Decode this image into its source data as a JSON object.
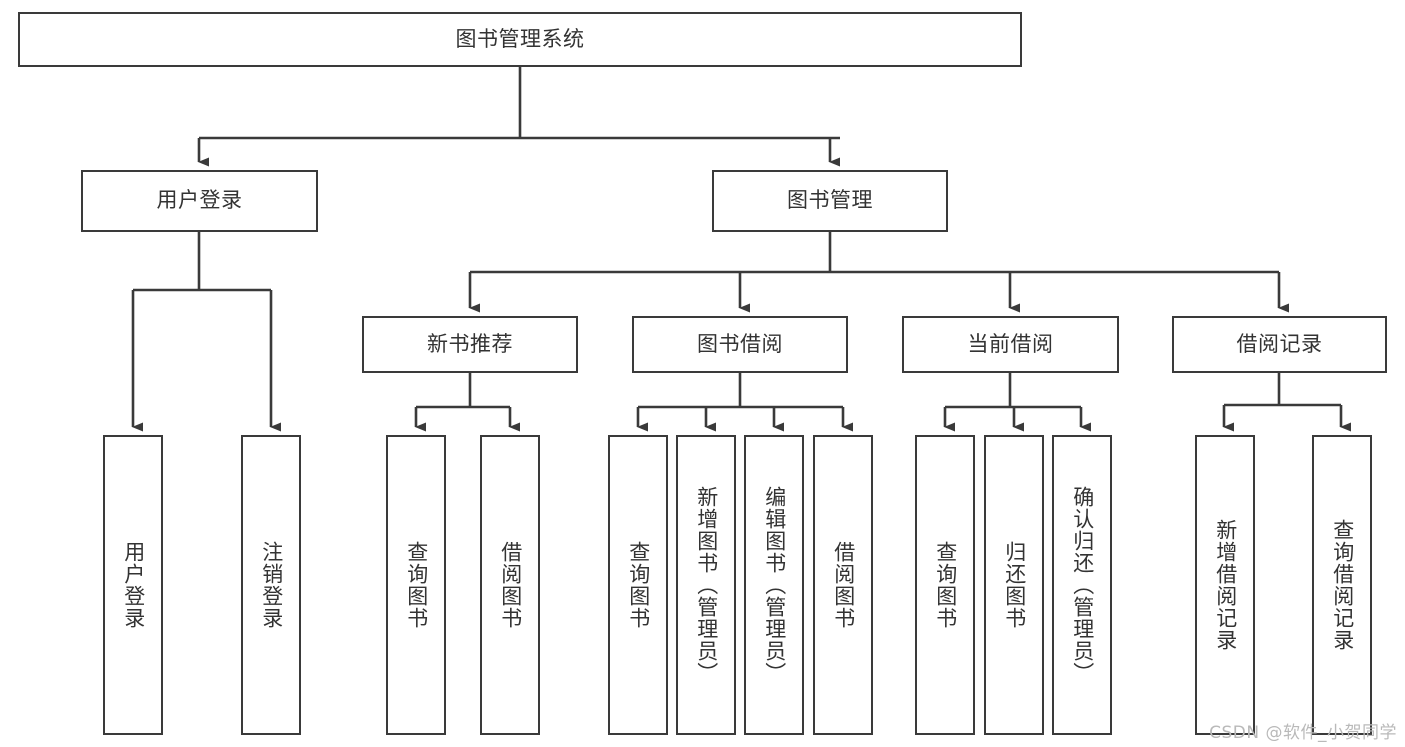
{
  "diagram": {
    "title": "图书管理系统",
    "type": "hierarchy-tree",
    "watermark": "CSDN @软件_小贺同学",
    "colors": {
      "background": "#ffffff",
      "box_border": "#3a3a3a",
      "connector": "#3a3a3a",
      "text": "#333333",
      "watermark": "#b9b9b9"
    },
    "root": {
      "label": "图书管理系统"
    },
    "level2": [
      {
        "label": "用户登录"
      },
      {
        "label": "图书管理"
      }
    ],
    "level3": [
      {
        "label": "新书推荐"
      },
      {
        "label": "图书借阅"
      },
      {
        "label": "当前借阅"
      },
      {
        "label": "借阅记录"
      }
    ],
    "leaves": {
      "user_login": [
        {
          "label": "用户登录"
        },
        {
          "label": "注销登录"
        }
      ],
      "new_book_recommend": [
        {
          "label": "查询图书"
        },
        {
          "label": "借阅图书"
        }
      ],
      "book_borrow": [
        {
          "label": "查询图书"
        },
        {
          "label": "新增图书（管理员）"
        },
        {
          "label": "编辑图书（管理员）"
        },
        {
          "label": "借阅图书"
        }
      ],
      "current_borrow": [
        {
          "label": "查询图书"
        },
        {
          "label": "归还图书"
        },
        {
          "label": "确认归还（管理员）"
        }
      ],
      "borrow_record": [
        {
          "label": "新增借阅记录"
        },
        {
          "label": "查询借阅记录"
        }
      ]
    }
  }
}
